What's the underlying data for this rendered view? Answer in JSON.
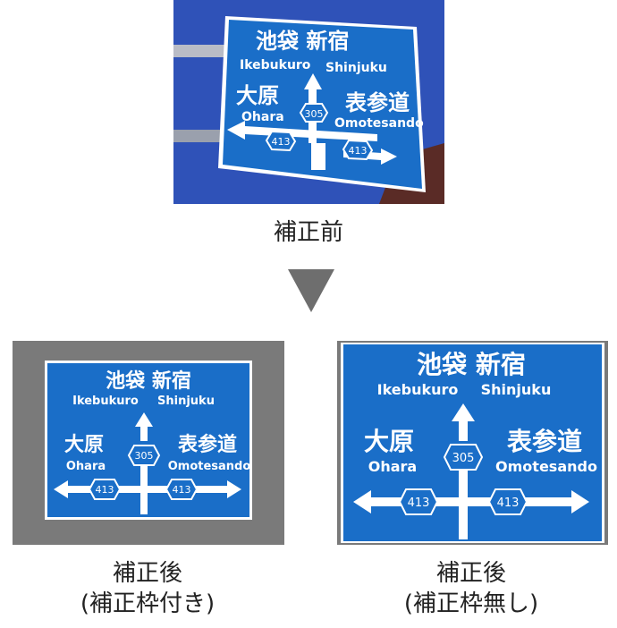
{
  "sign": {
    "top_jp": "池袋 新宿",
    "top_en_left": "Ikebukuro",
    "top_en_right": "Shinjuku",
    "left_jp": "大原",
    "left_en": "Ohara",
    "right_jp": "表参道",
    "right_en": "Omotesando",
    "route_up": "305",
    "route_side": "413"
  },
  "labels": {
    "before": "補正前",
    "after_a_line1": "補正後",
    "after_a_line2": "(補正枠付き)",
    "after_b_line1": "補正後",
    "after_b_line2": "(補正枠無し)"
  },
  "colors": {
    "sign_blue": "#1a6ec8",
    "sky": "#2a4fb8",
    "frame_gray": "#7a7a7a"
  }
}
